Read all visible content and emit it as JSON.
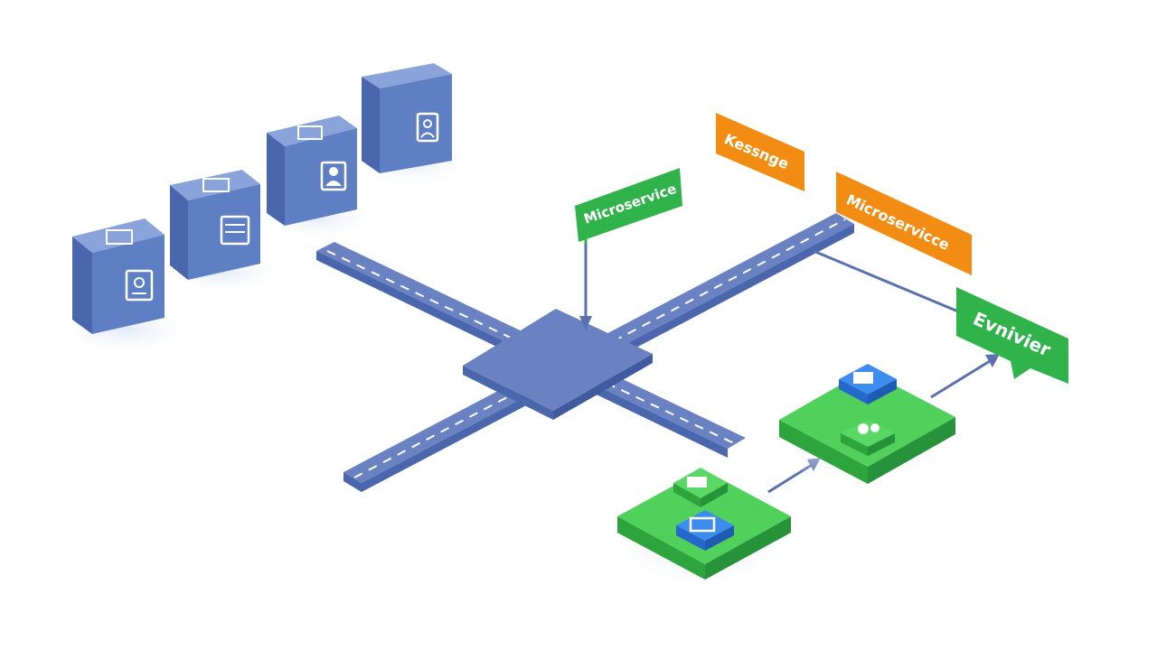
{
  "labels": {
    "microservice_green": "Microservice",
    "kessnge": "Kessnge",
    "microservice_orange": "Microservicce",
    "envivier": "Evnivier"
  },
  "colors": {
    "background": "#ffffff",
    "cube_front": "#5f7fc4",
    "cube_side": "#4a67ad",
    "cube_top": "#8aa3db",
    "road": "#5a70b0",
    "road_top": "#6b82c2",
    "hub": "#6b82c2",
    "green_tag": "#2fb34a",
    "orange_tag": "#f28c12",
    "green_platform": "#3cc64c",
    "blue_module": "#2f7de0",
    "connector": "#5a70b0"
  },
  "icons": [
    "document-icon",
    "profile-icon",
    "user-icon",
    "window-icon",
    "network-icon",
    "card-icon",
    "chat-icon"
  ]
}
